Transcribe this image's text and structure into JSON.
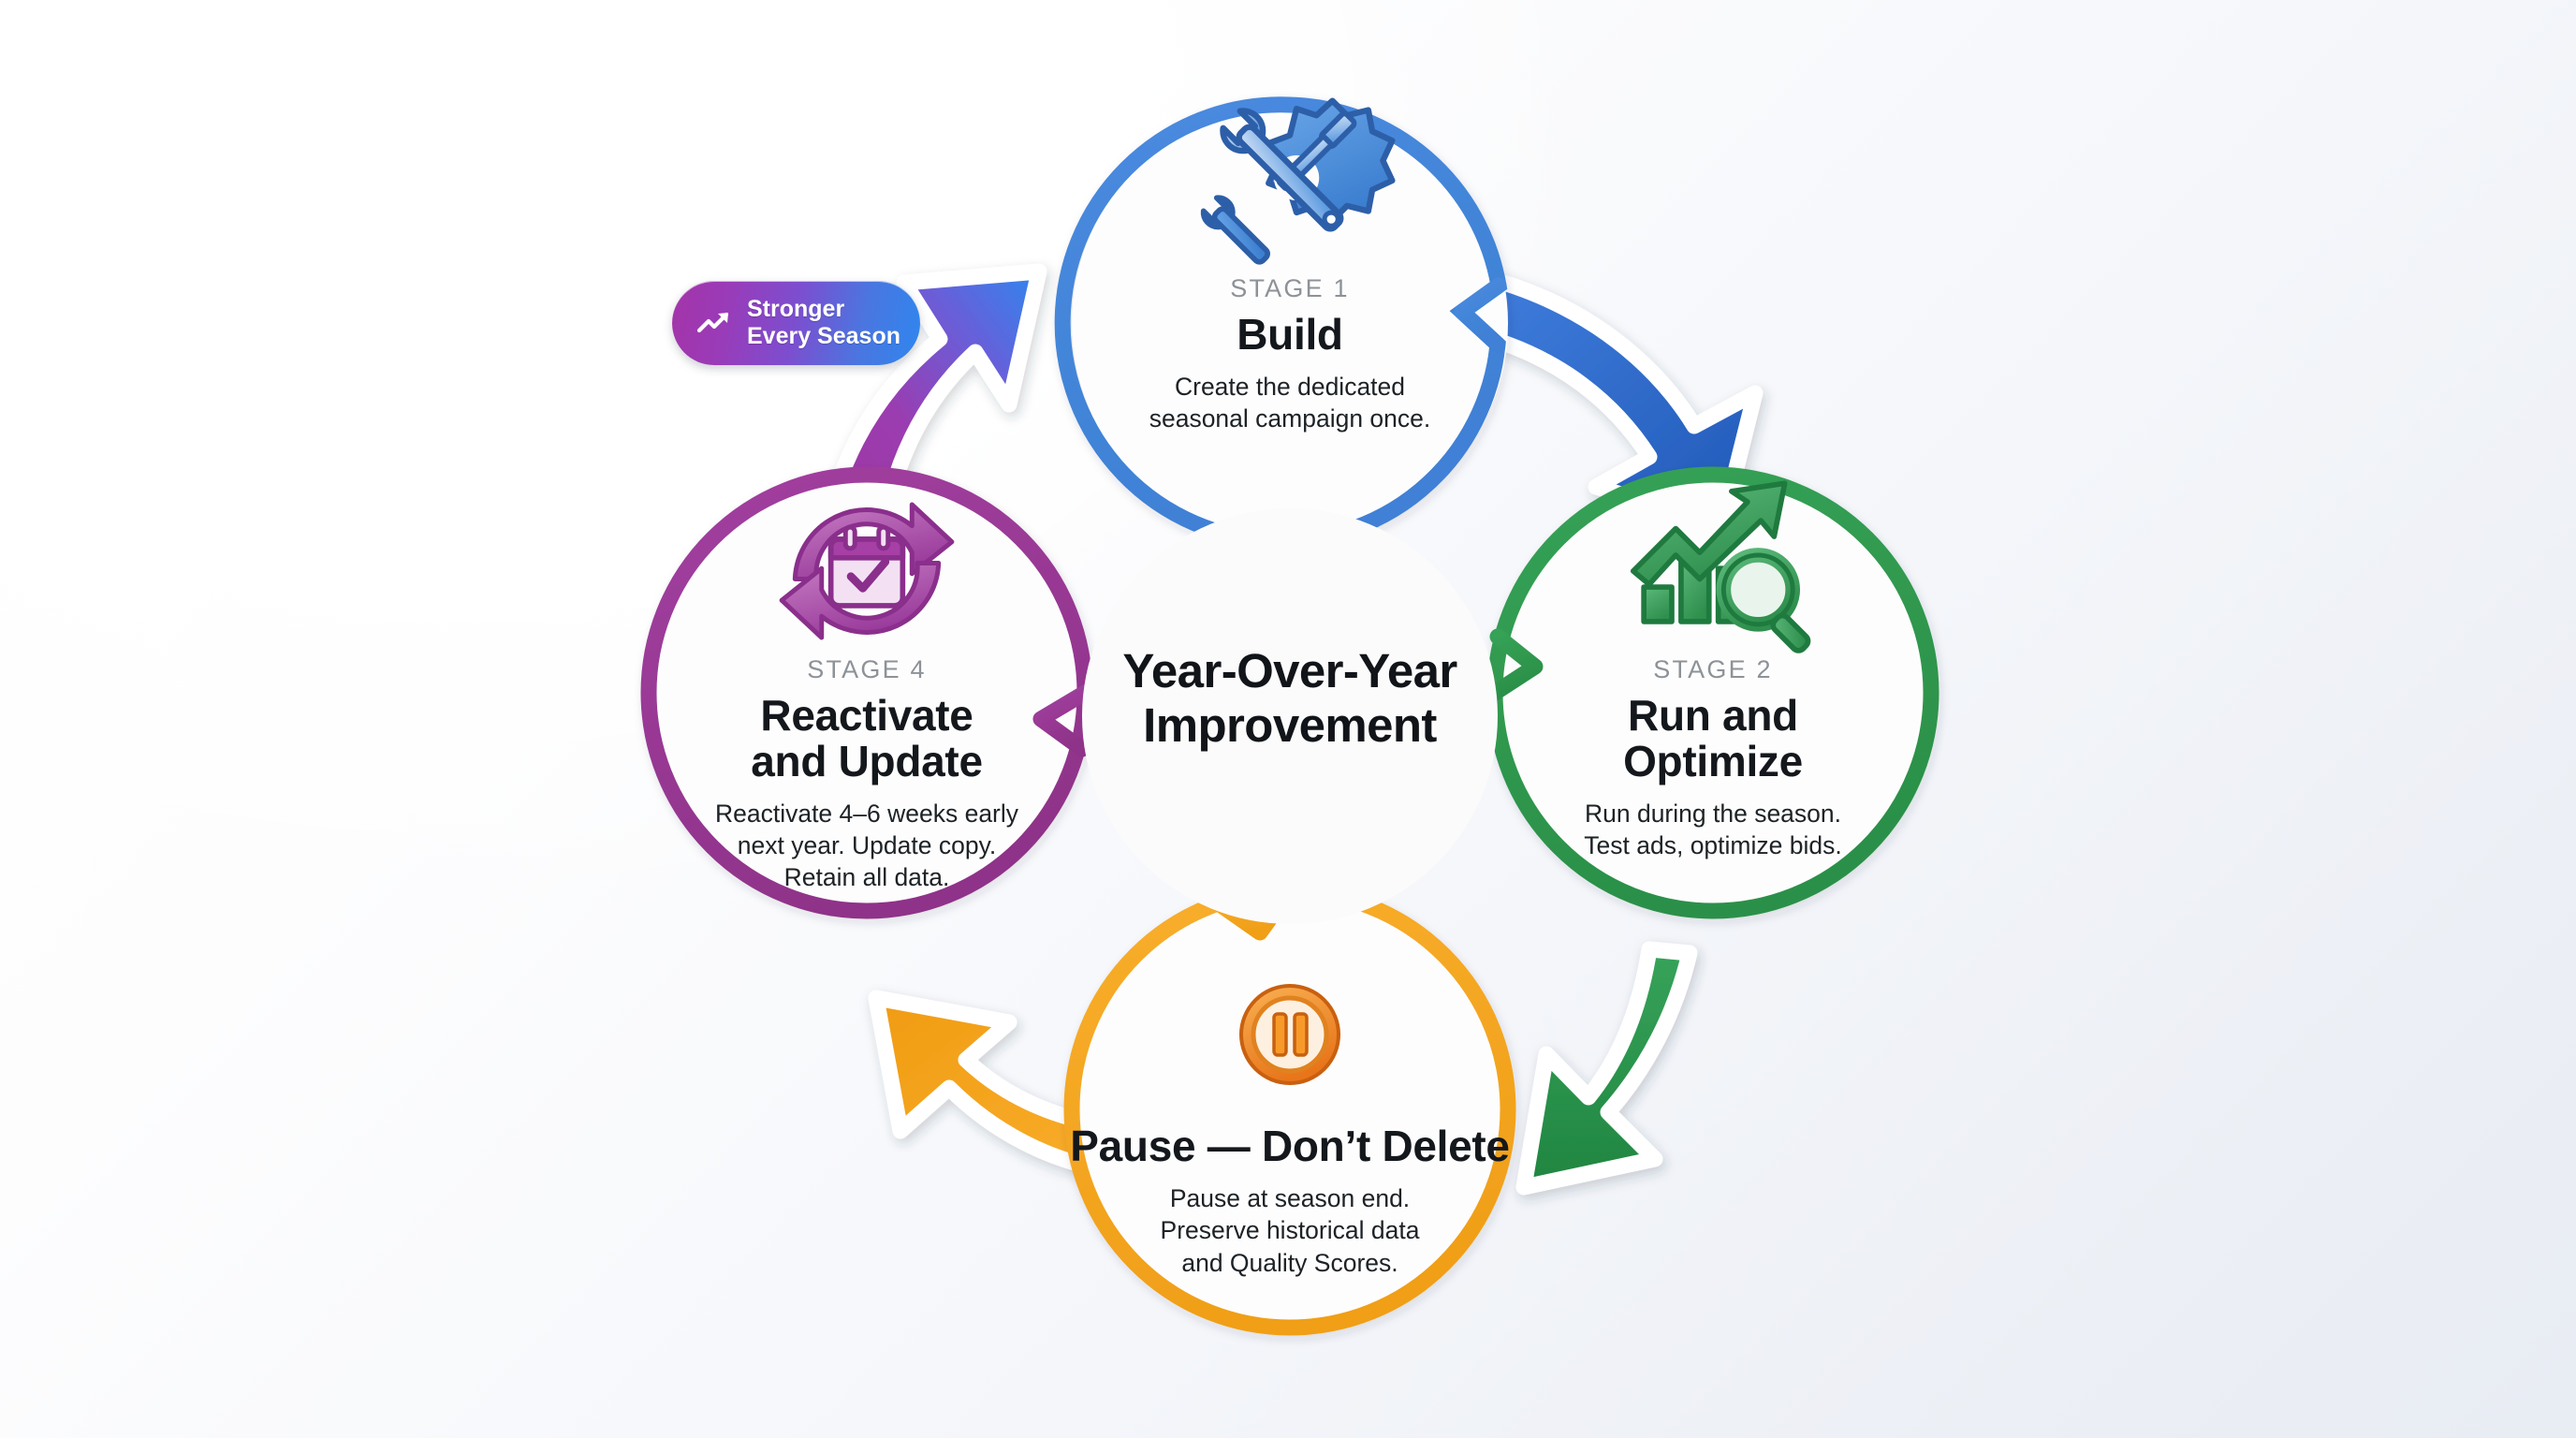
{
  "center": {
    "title_line1": "Year-Over-Year",
    "title_line2": "Improvement"
  },
  "badge": {
    "icon": "trending-up-icon",
    "line1": "Stronger",
    "line2": "Every Season",
    "gradient_from": "#a434a8",
    "gradient_to": "#2f86ef"
  },
  "stages": [
    {
      "id": "build",
      "eyebrow": "STAGE 1",
      "title": "Build",
      "title_lines": [
        "Build"
      ],
      "desc_lines": [
        "Create the dedicated",
        "seasonal campaign once."
      ],
      "icon": "tools-wrench-screwdriver-gear-icon",
      "color": "#4285d8"
    },
    {
      "id": "run-and-optimize",
      "eyebrow": "STAGE 2",
      "title": "Run and Optimize",
      "title_lines": [
        "Run and",
        "Optimize"
      ],
      "desc_lines": [
        "Run during the season.",
        "Test ads, optimize bids."
      ],
      "icon": "growth-chart-magnifier-icon",
      "color": "#2f9e4f"
    },
    {
      "id": "pause-dont-delete",
      "eyebrow": "",
      "title": "Pause — Don’t Delete",
      "title_lines": [
        "Pause — Don’t Delete"
      ],
      "desc_lines": [
        "Pause at season end.",
        "Preserve historical data",
        "and Quality Scores."
      ],
      "icon": "pause-button-icon",
      "color": "#f5a623"
    },
    {
      "id": "reactivate-and-update",
      "eyebrow": "STAGE 4",
      "title": "Reactivate and Update",
      "title_lines": [
        "Reactivate",
        "and Update"
      ],
      "desc_lines": [
        "Reactivate 4–6 weeks early",
        "next year. Update copy.",
        "Retain all data."
      ],
      "icon": "calendar-refresh-check-icon",
      "color": "#9b3a96"
    }
  ],
  "arrows": [
    {
      "id": "build-to-run",
      "from": "build",
      "to": "run-and-optimize",
      "color": "#2a66c8"
    },
    {
      "id": "run-to-pause",
      "from": "run-and-optimize",
      "to": "pause-dont-delete",
      "color": "#2a9149"
    },
    {
      "id": "pause-to-reactivate",
      "from": "pause-dont-delete",
      "to": "reactivate-and-update",
      "color": "#f5a623"
    },
    {
      "id": "reactivate-to-build",
      "from": "reactivate-and-update",
      "to": "build",
      "color_from": "#9b3a96",
      "color_to": "#2f86ef"
    }
  ],
  "palette": {
    "background_top": "#ffffff",
    "background_bottom": "#e8ecf3",
    "text_primary": "#111418",
    "text_muted": "#8d9298",
    "arrow_outline": "#ffffff"
  }
}
